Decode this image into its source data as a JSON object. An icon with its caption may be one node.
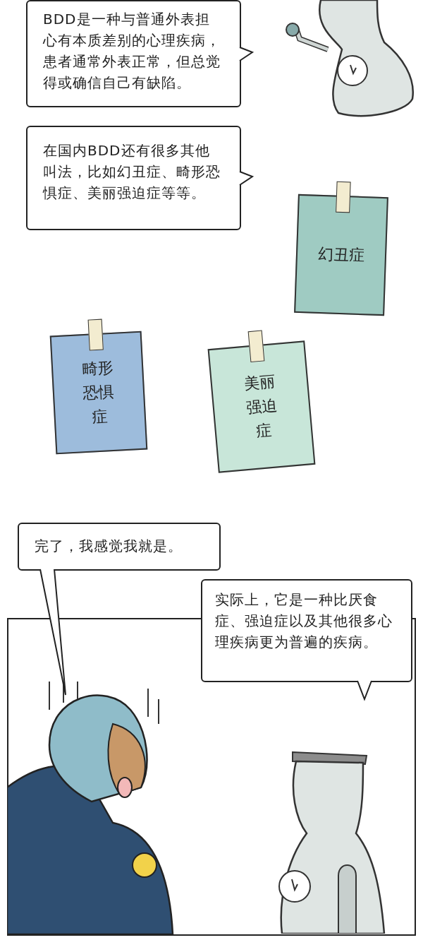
{
  "diagram": {
    "nodes": [
      {
        "text": [
          "BDD是一种与普通外表担心有本质差别的心理疾病，患者通常外表正常，但总觉得或确信自己有缺陷。"
        ]
      },
      {
        "text": [
          "在国内BDD还有很多其他叫法，比如幻丑症、畸形恐惧症、美丽强迫症等等。"
        ]
      },
      {
        "text": [
          "幻丑症"
        ]
      },
      {
        "text": [
          "畸形恐惧症"
        ]
      },
      {
        "text": [
          "美丽强迫症"
        ]
      },
      {
        "text": [
          "完了，我感觉我就是。"
        ]
      },
      {
        "text": [
          "实际上，它是一种比厌食症、强迫症以及其他很多心理疾病更为普遍的疾病。"
        ]
      }
    ]
  }
}
